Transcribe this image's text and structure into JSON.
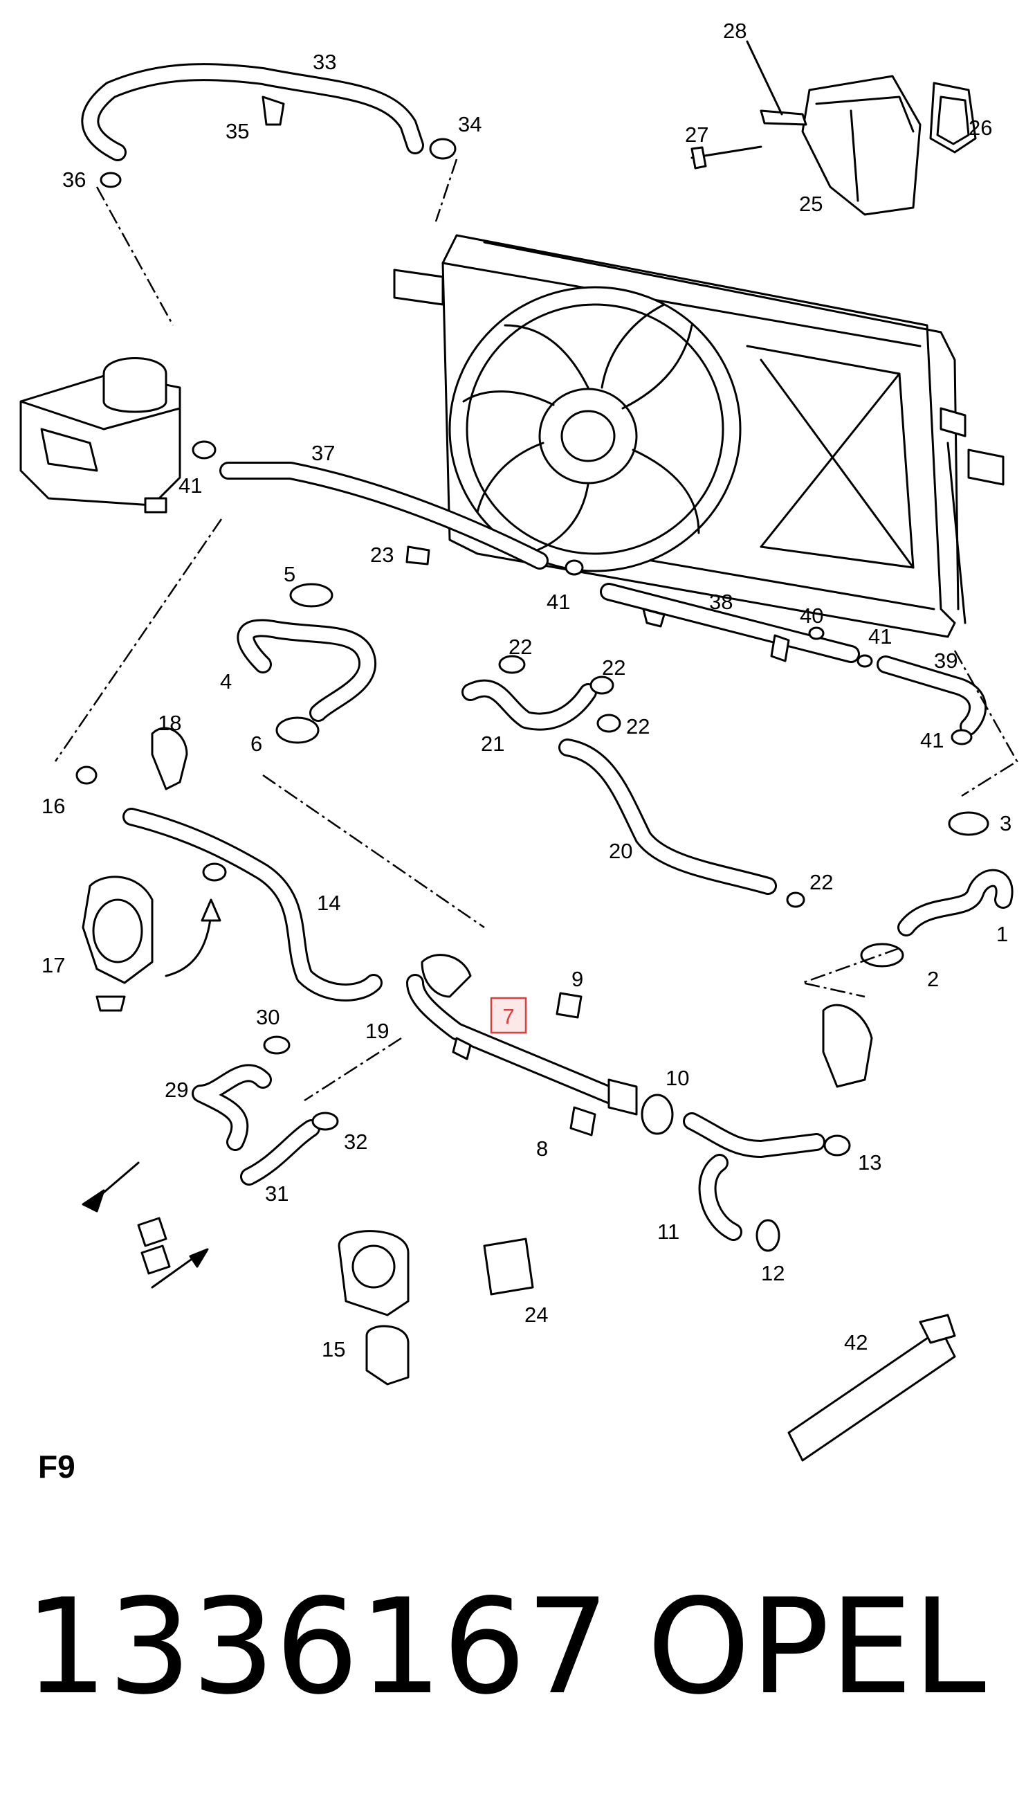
{
  "diagram": {
    "callouts": [
      {
        "id": "1",
        "label": "1"
      },
      {
        "id": "2",
        "label": "2"
      },
      {
        "id": "3",
        "label": "3"
      },
      {
        "id": "4",
        "label": "4"
      },
      {
        "id": "5",
        "label": "5"
      },
      {
        "id": "6",
        "label": "6"
      },
      {
        "id": "8",
        "label": "8"
      },
      {
        "id": "9",
        "label": "9"
      },
      {
        "id": "10",
        "label": "10"
      },
      {
        "id": "11",
        "label": "11"
      },
      {
        "id": "12",
        "label": "12"
      },
      {
        "id": "13",
        "label": "13"
      },
      {
        "id": "14",
        "label": "14"
      },
      {
        "id": "15",
        "label": "15"
      },
      {
        "id": "16",
        "label": "16"
      },
      {
        "id": "17",
        "label": "17"
      },
      {
        "id": "18",
        "label": "18"
      },
      {
        "id": "19",
        "label": "19"
      },
      {
        "id": "20",
        "label": "20"
      },
      {
        "id": "21",
        "label": "21"
      },
      {
        "id": "22a",
        "label": "22"
      },
      {
        "id": "22b",
        "label": "22"
      },
      {
        "id": "22c",
        "label": "22"
      },
      {
        "id": "22d",
        "label": "22"
      },
      {
        "id": "23",
        "label": "23"
      },
      {
        "id": "24",
        "label": "24"
      },
      {
        "id": "25",
        "label": "25"
      },
      {
        "id": "26",
        "label": "26"
      },
      {
        "id": "27",
        "label": "27"
      },
      {
        "id": "28",
        "label": "28"
      },
      {
        "id": "29",
        "label": "29"
      },
      {
        "id": "30",
        "label": "30"
      },
      {
        "id": "31",
        "label": "31"
      },
      {
        "id": "32",
        "label": "32"
      },
      {
        "id": "33",
        "label": "33"
      },
      {
        "id": "34",
        "label": "34"
      },
      {
        "id": "35",
        "label": "35"
      },
      {
        "id": "36",
        "label": "36"
      },
      {
        "id": "37",
        "label": "37"
      },
      {
        "id": "38",
        "label": "38"
      },
      {
        "id": "39",
        "label": "39"
      },
      {
        "id": "40",
        "label": "40"
      },
      {
        "id": "41a",
        "label": "41"
      },
      {
        "id": "41b",
        "label": "41"
      },
      {
        "id": "41c",
        "label": "41"
      },
      {
        "id": "41d",
        "label": "41"
      },
      {
        "id": "42",
        "label": "42"
      }
    ],
    "highlighted": {
      "label": "7",
      "color": "#e23b3b"
    },
    "sheet_code": "F9"
  },
  "footer": {
    "part_number": "1336167",
    "brand": "OPEL"
  }
}
